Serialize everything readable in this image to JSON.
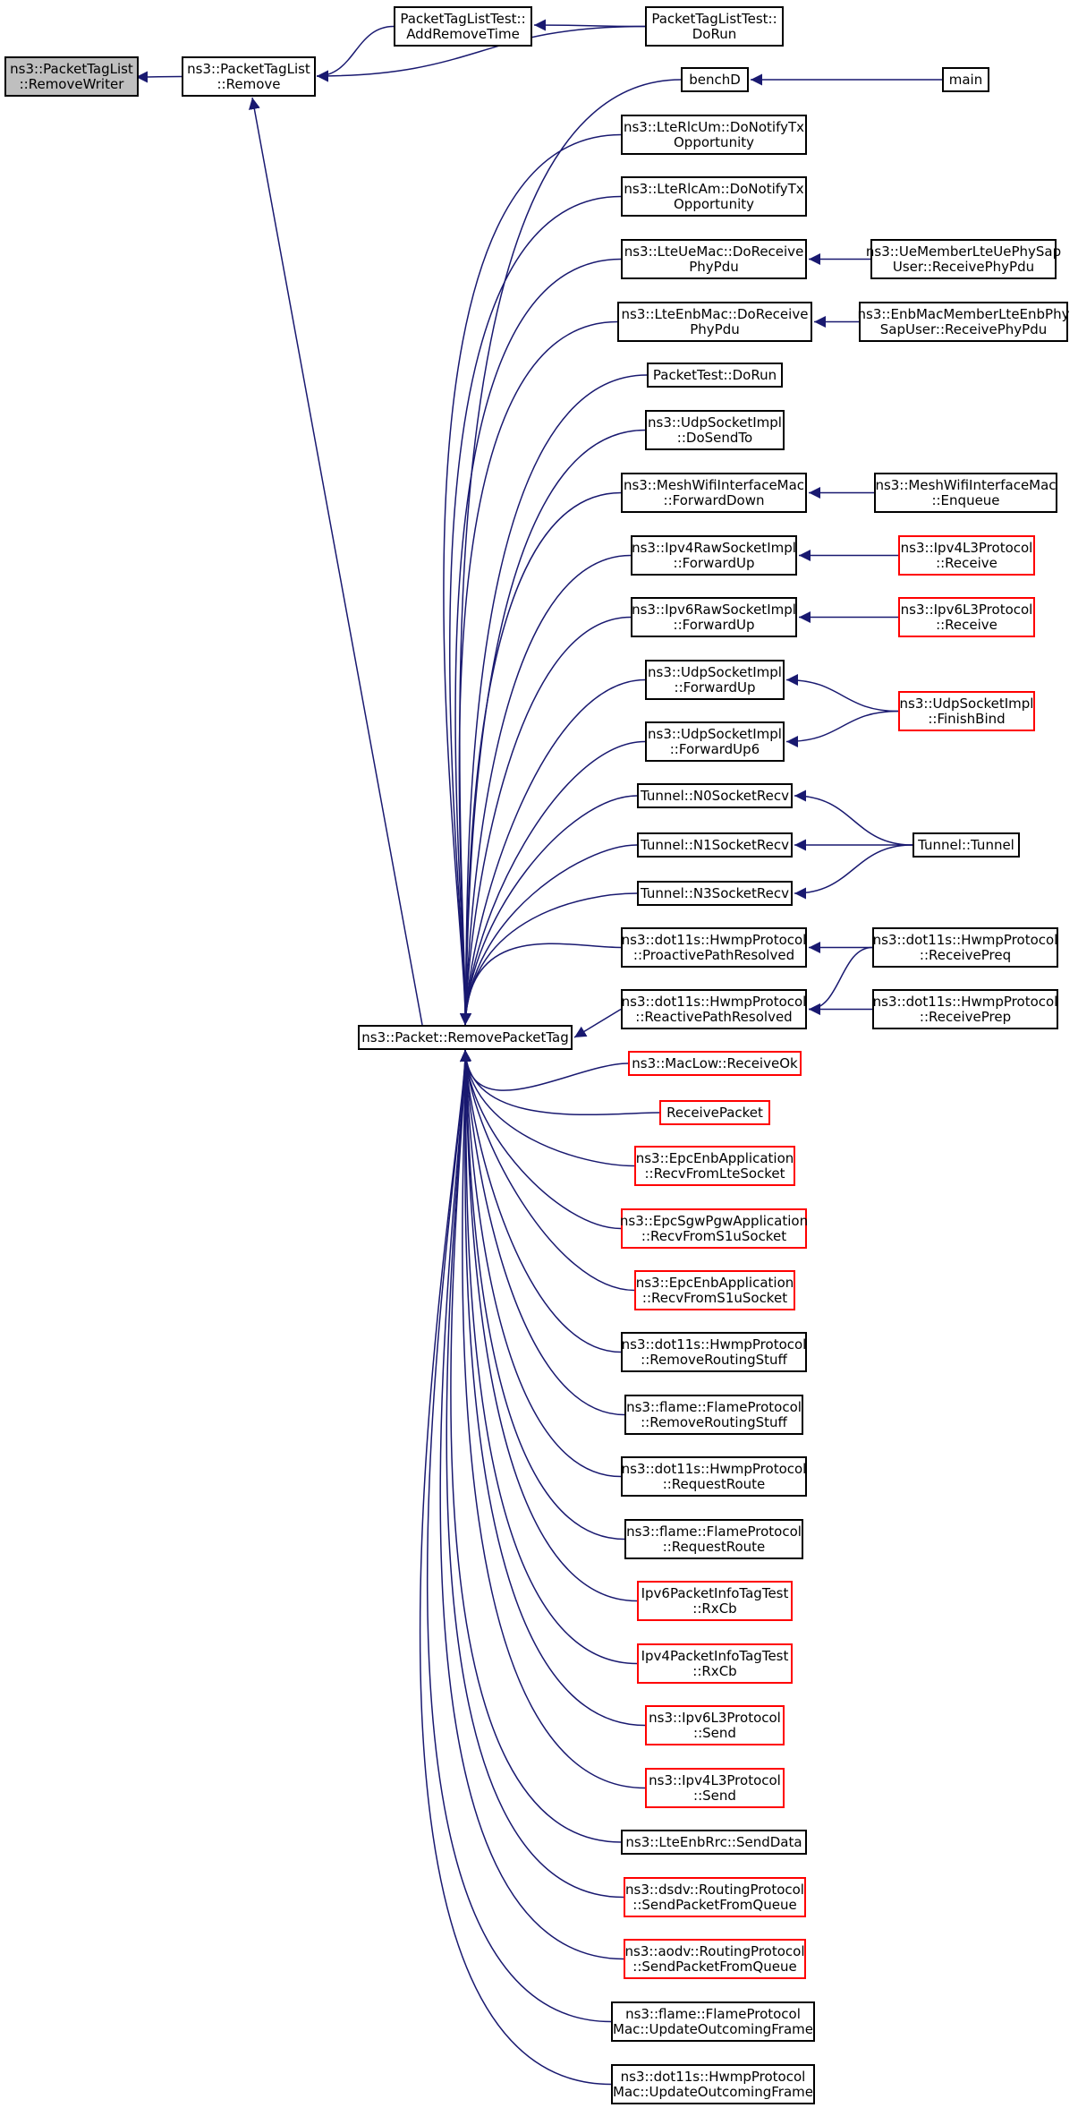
{
  "diagram": {
    "colors": {
      "edge": "#191970",
      "node_border": "#000000",
      "incomplete_border": "#ff0000",
      "root_fill": "#bfbfbf"
    },
    "nodes": [
      {
        "id": "removewriter",
        "label": "ns3::PacketTagList\n::RemoveWriter",
        "border": "black",
        "root": true
      },
      {
        "id": "ptl_remove",
        "label": "ns3::PacketTagList\n::Remove",
        "border": "black"
      },
      {
        "id": "addremovetime",
        "label": "PacketTagListTest::\nAddRemoveTime",
        "border": "black"
      },
      {
        "id": "ptlt_dorun",
        "label": "PacketTagListTest::\nDoRun",
        "border": "black"
      },
      {
        "id": "removepackettag",
        "label": "ns3::Packet::RemovePacketTag",
        "border": "black"
      },
      {
        "id": "benchd",
        "label": "benchD",
        "border": "black"
      },
      {
        "id": "main",
        "label": "main",
        "border": "black"
      },
      {
        "id": "rlcum",
        "label": "ns3::LteRlcUm::DoNotifyTx\nOpportunity",
        "border": "black"
      },
      {
        "id": "rlcam",
        "label": "ns3::LteRlcAm::DoNotifyTx\nOpportunity",
        "border": "black"
      },
      {
        "id": "uemac",
        "label": "ns3::LteUeMac::DoReceive\nPhyPdu",
        "border": "black"
      },
      {
        "id": "uemember",
        "label": "ns3::UeMemberLteUePhySap\nUser::ReceivePhyPdu",
        "border": "black"
      },
      {
        "id": "enbmac",
        "label": "ns3::LteEnbMac::DoReceive\nPhyPdu",
        "border": "black"
      },
      {
        "id": "enbmember",
        "label": "ns3::EnbMacMemberLteEnbPhy\nSapUser::ReceivePhyPdu",
        "border": "black"
      },
      {
        "id": "packettest",
        "label": "PacketTest::DoRun",
        "border": "black"
      },
      {
        "id": "udpsendto",
        "label": "ns3::UdpSocketImpl\n::DoSendTo",
        "border": "black"
      },
      {
        "id": "meshfwd",
        "label": "ns3::MeshWifiInterfaceMac\n::ForwardDown",
        "border": "black"
      },
      {
        "id": "meshenq",
        "label": "ns3::MeshWifiInterfaceMac\n::Enqueue",
        "border": "black"
      },
      {
        "id": "ipv4raw",
        "label": "ns3::Ipv4RawSocketImpl\n::ForwardUp",
        "border": "black"
      },
      {
        "id": "ipv4l3recv",
        "label": "ns3::Ipv4L3Protocol\n::Receive",
        "border": "red"
      },
      {
        "id": "ipv6raw",
        "label": "ns3::Ipv6RawSocketImpl\n::ForwardUp",
        "border": "black"
      },
      {
        "id": "ipv6l3recv",
        "label": "ns3::Ipv6L3Protocol\n::Receive",
        "border": "red"
      },
      {
        "id": "udpfwd",
        "label": "ns3::UdpSocketImpl\n::ForwardUp",
        "border": "black"
      },
      {
        "id": "udpfinish",
        "label": "ns3::UdpSocketImpl\n::FinishBind",
        "border": "red"
      },
      {
        "id": "udpfwd6",
        "label": "ns3::UdpSocketImpl\n::ForwardUp6",
        "border": "black"
      },
      {
        "id": "n0",
        "label": "Tunnel::N0SocketRecv",
        "border": "black"
      },
      {
        "id": "n1",
        "label": "Tunnel::N1SocketRecv",
        "border": "black"
      },
      {
        "id": "n3",
        "label": "Tunnel::N3SocketRecv",
        "border": "black"
      },
      {
        "id": "tunnel",
        "label": "Tunnel::Tunnel",
        "border": "black"
      },
      {
        "id": "proactive",
        "label": "ns3::dot11s::HwmpProtocol\n::ProactivePathResolved",
        "border": "black"
      },
      {
        "id": "recvpreq",
        "label": "ns3::dot11s::HwmpProtocol\n::ReceivePreq",
        "border": "black"
      },
      {
        "id": "reactive",
        "label": "ns3::dot11s::HwmpProtocol\n::ReactivePathResolved",
        "border": "black"
      },
      {
        "id": "recvprep",
        "label": "ns3::dot11s::HwmpProtocol\n::ReceivePrep",
        "border": "black"
      },
      {
        "id": "maclow",
        "label": "ns3::MacLow::ReceiveOk",
        "border": "red"
      },
      {
        "id": "receivepacket",
        "label": "ReceivePacket",
        "border": "red"
      },
      {
        "id": "epcenblte",
        "label": "ns3::EpcEnbApplication\n::RecvFromLteSocket",
        "border": "red"
      },
      {
        "id": "epcsgw",
        "label": "ns3::EpcSgwPgwApplication\n::RecvFromS1uSocket",
        "border": "red"
      },
      {
        "id": "epcenbs1u",
        "label": "ns3::EpcEnbApplication\n::RecvFromS1uSocket",
        "border": "red"
      },
      {
        "id": "hwmpremove",
        "label": "ns3::dot11s::HwmpProtocol\n::RemoveRoutingStuff",
        "border": "black"
      },
      {
        "id": "flameremove",
        "label": "ns3::flame::FlameProtocol\n::RemoveRoutingStuff",
        "border": "black"
      },
      {
        "id": "hwmpreq",
        "label": "ns3::dot11s::HwmpProtocol\n::RequestRoute",
        "border": "black"
      },
      {
        "id": "flamereq",
        "label": "ns3::flame::FlameProtocol\n::RequestRoute",
        "border": "black"
      },
      {
        "id": "ipv6info",
        "label": "Ipv6PacketInfoTagTest\n::RxCb",
        "border": "red"
      },
      {
        "id": "ipv4info",
        "label": "Ipv4PacketInfoTagTest\n::RxCb",
        "border": "red"
      },
      {
        "id": "ipv6send",
        "label": "ns3::Ipv6L3Protocol\n::Send",
        "border": "red"
      },
      {
        "id": "ipv4send",
        "label": "ns3::Ipv4L3Protocol\n::Send",
        "border": "red"
      },
      {
        "id": "senddata",
        "label": "ns3::LteEnbRrc::SendData",
        "border": "black"
      },
      {
        "id": "dsdv",
        "label": "ns3::dsdv::RoutingProtocol\n::SendPacketFromQueue",
        "border": "red"
      },
      {
        "id": "aodv",
        "label": "ns3::aodv::RoutingProtocol\n::SendPacketFromQueue",
        "border": "red"
      },
      {
        "id": "flamemac",
        "label": "ns3::flame::FlameProtocol\nMac::UpdateOutcomingFrame",
        "border": "black"
      },
      {
        "id": "hwmpmac",
        "label": "ns3::dot11s::HwmpProtocol\nMac::UpdateOutcomingFrame",
        "border": "black"
      }
    ],
    "edges": [
      {
        "from": "ptl_remove",
        "to": "removewriter"
      },
      {
        "from": "addremovetime",
        "to": "ptl_remove"
      },
      {
        "from": "ptlt_dorun",
        "to": "ptl_remove"
      },
      {
        "from": "ptlt_dorun",
        "to": "addremovetime"
      },
      {
        "from": "removepackettag",
        "to": "ptl_remove"
      },
      {
        "from": "main",
        "to": "benchd"
      },
      {
        "from": "uemember",
        "to": "uemac"
      },
      {
        "from": "enbmember",
        "to": "enbmac"
      },
      {
        "from": "meshenq",
        "to": "meshfwd"
      },
      {
        "from": "ipv4l3recv",
        "to": "ipv4raw"
      },
      {
        "from": "ipv6l3recv",
        "to": "ipv6raw"
      },
      {
        "from": "udpfinish",
        "to": "udpfwd"
      },
      {
        "from": "udpfinish",
        "to": "udpfwd6"
      },
      {
        "from": "tunnel",
        "to": "n0"
      },
      {
        "from": "tunnel",
        "to": "n1"
      },
      {
        "from": "tunnel",
        "to": "n3"
      },
      {
        "from": "recvpreq",
        "to": "proactive"
      },
      {
        "from": "recvpreq",
        "to": "reactive"
      },
      {
        "from": "recvprep",
        "to": "reactive"
      },
      {
        "from": "benchd",
        "to": "removepackettag"
      },
      {
        "from": "rlcum",
        "to": "removepackettag"
      },
      {
        "from": "rlcam",
        "to": "removepackettag"
      },
      {
        "from": "uemac",
        "to": "removepackettag"
      },
      {
        "from": "enbmac",
        "to": "removepackettag"
      },
      {
        "from": "packettest",
        "to": "removepackettag"
      },
      {
        "from": "udpsendto",
        "to": "removepackettag"
      },
      {
        "from": "meshfwd",
        "to": "removepackettag"
      },
      {
        "from": "ipv4raw",
        "to": "removepackettag"
      },
      {
        "from": "ipv6raw",
        "to": "removepackettag"
      },
      {
        "from": "udpfwd",
        "to": "removepackettag"
      },
      {
        "from": "udpfwd6",
        "to": "removepackettag"
      },
      {
        "from": "n0",
        "to": "removepackettag"
      },
      {
        "from": "n1",
        "to": "removepackettag"
      },
      {
        "from": "n3",
        "to": "removepackettag"
      },
      {
        "from": "proactive",
        "to": "removepackettag"
      },
      {
        "from": "reactive",
        "to": "removepackettag"
      },
      {
        "from": "maclow",
        "to": "removepackettag"
      },
      {
        "from": "receivepacket",
        "to": "removepackettag"
      },
      {
        "from": "epcenblte",
        "to": "removepackettag"
      },
      {
        "from": "epcsgw",
        "to": "removepackettag"
      },
      {
        "from": "epcenbs1u",
        "to": "removepackettag"
      },
      {
        "from": "hwmpremove",
        "to": "removepackettag"
      },
      {
        "from": "flameremove",
        "to": "removepackettag"
      },
      {
        "from": "hwmpreq",
        "to": "removepackettag"
      },
      {
        "from": "flamereq",
        "to": "removepackettag"
      },
      {
        "from": "ipv6info",
        "to": "removepackettag"
      },
      {
        "from": "ipv4info",
        "to": "removepackettag"
      },
      {
        "from": "ipv6send",
        "to": "removepackettag"
      },
      {
        "from": "ipv4send",
        "to": "removepackettag"
      },
      {
        "from": "senddata",
        "to": "removepackettag"
      },
      {
        "from": "dsdv",
        "to": "removepackettag"
      },
      {
        "from": "aodv",
        "to": "removepackettag"
      },
      {
        "from": "flamemac",
        "to": "removepackettag"
      },
      {
        "from": "hwmpmac",
        "to": "removepackettag"
      }
    ]
  }
}
